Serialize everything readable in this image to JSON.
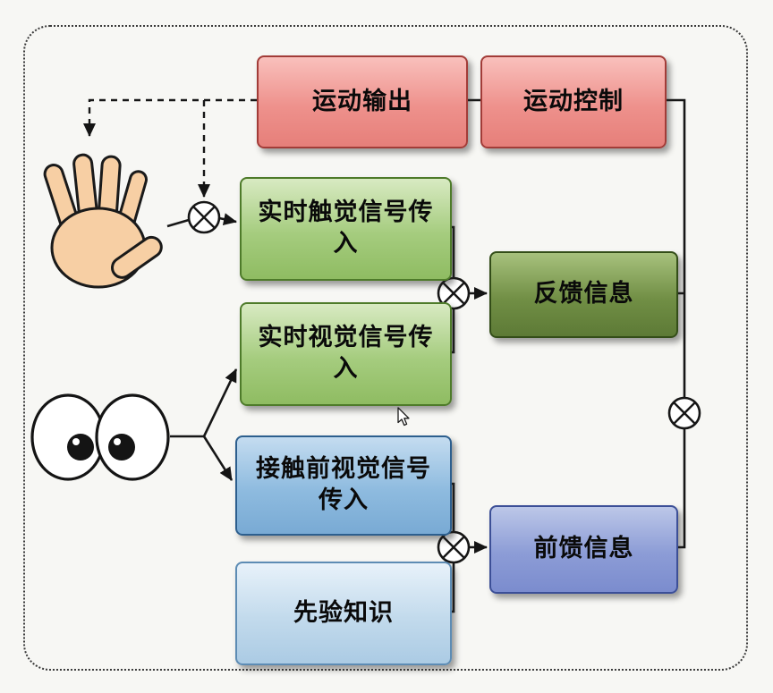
{
  "diagram": {
    "nodes": {
      "motion_output": {
        "label": "运动输出",
        "fill_top": "#f9c0bc",
        "fill_bottom": "#e67f7a",
        "border": "#a23c38"
      },
      "motion_control": {
        "label": "运动控制",
        "fill_top": "#f9c0bc",
        "fill_bottom": "#e67f7a",
        "border": "#a23c38"
      },
      "tactile_input": {
        "label": "实时触觉信号传入",
        "fill_top": "#d8eac2",
        "fill_bottom": "#8fbc62",
        "border": "#4e7b2a"
      },
      "visual_input": {
        "label": "实时视觉信号传入",
        "fill_top": "#d8eac2",
        "fill_bottom": "#8fbc62",
        "border": "#4e7b2a"
      },
      "feedback_info": {
        "label": "反馈信息",
        "fill_top": "#a7c17d",
        "fill_bottom": "#5d7a36",
        "border": "#334d18"
      },
      "precontact_visual_input": {
        "label": "接触前视觉信号传入",
        "fill_top": "#c4dcf0",
        "fill_bottom": "#79aad4",
        "border": "#2d5f8e"
      },
      "prior_knowledge": {
        "label": "先验知识",
        "fill_top": "#e8f2fa",
        "fill_bottom": "#abcbe4",
        "border": "#5d8cb4"
      },
      "feedforward_info": {
        "label": "前馈信息",
        "fill_top": "#bcc7e8",
        "fill_bottom": "#7b8cce",
        "border": "#3c4f97"
      }
    },
    "junctions": {
      "symbol": "⊗",
      "instances": [
        "hand-input-mixer",
        "feedback-mixer",
        "feedforward-mixer",
        "control-mixer"
      ]
    },
    "icons": {
      "hand": "cartoon-open-hand",
      "eyes": "cartoon-pair-of-eyes",
      "cursor": "mouse-pointer"
    },
    "edges": [
      {
        "from": "motion_control",
        "to": "motion_output",
        "style": "solid-arrow"
      },
      {
        "from": "motion_output",
        "to": "hand",
        "style": "dashed-arrow"
      },
      {
        "from": "motion_output",
        "to": "hand-input-mixer",
        "style": "dashed-arrow"
      },
      {
        "from": "hand",
        "to": "hand-input-mixer",
        "style": "solid"
      },
      {
        "from": "hand-input-mixer",
        "to": "tactile_input",
        "style": "solid-arrow"
      },
      {
        "from": "tactile_input",
        "to": "feedback-mixer",
        "style": "solid"
      },
      {
        "from": "visual_input",
        "to": "feedback-mixer",
        "style": "solid"
      },
      {
        "from": "feedback-mixer",
        "to": "feedback_info",
        "style": "solid-arrow"
      },
      {
        "from": "eyes",
        "to": "visual_input",
        "style": "solid-arrow"
      },
      {
        "from": "eyes",
        "to": "precontact_visual_input",
        "style": "solid-arrow"
      },
      {
        "from": "precontact_visual_input",
        "to": "feedforward-mixer",
        "style": "solid"
      },
      {
        "from": "prior_knowledge",
        "to": "feedforward-mixer",
        "style": "solid"
      },
      {
        "from": "feedforward-mixer",
        "to": "feedforward_info",
        "style": "solid-arrow"
      },
      {
        "from": "feedback_info",
        "to": "control-mixer",
        "style": "solid"
      },
      {
        "from": "feedforward_info",
        "to": "control-mixer",
        "style": "solid"
      },
      {
        "from": "control-mixer",
        "to": "motion_control",
        "style": "solid-arrow"
      }
    ]
  }
}
